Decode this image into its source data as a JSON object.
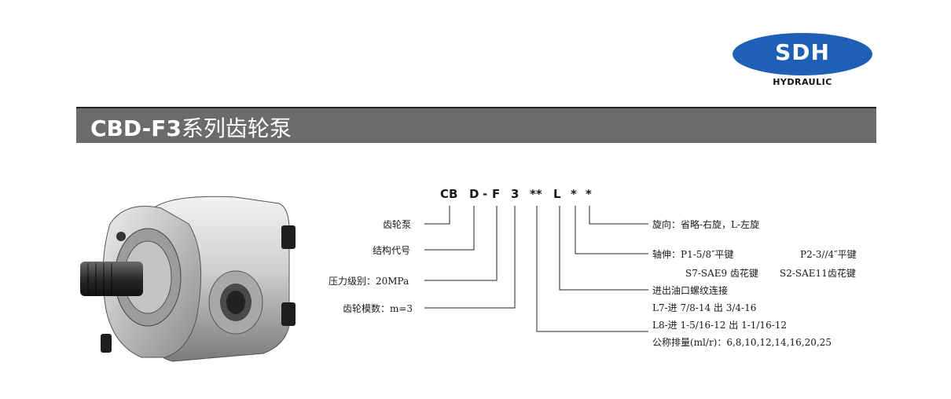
{
  "logo": {
    "brand": "SDH",
    "subtitle": "HYDRAULIC",
    "color": "#1f5fb5"
  },
  "title": {
    "bold": "CBD-F3",
    "rest": "系列齿轮泵"
  },
  "model_code": [
    "CB",
    "D",
    "-",
    "F",
    "3",
    "**",
    "L",
    "*",
    "*"
  ],
  "left_labels": {
    "pump": "齿轮泵",
    "structure": "结构代号",
    "pressure": "压力级别：20MPa",
    "module": "齿轮模数：m=3"
  },
  "right_labels": {
    "rotation": "旋向：省略-右旋，L-左旋",
    "shaft": "轴伸：P1-5/8″平键",
    "shaft_p2": "P2-3//4″平键",
    "shaft_s": "S7-SAE9 齿花键",
    "shaft_s2": "S2-SAE11齿花键",
    "port": "进出油口螺纹连接",
    "l7": "L7-进 7/8-14 出 3/4-16",
    "l8": "L8-进 1-5/16-12 出 1-1/16-12",
    "displacement": "公称排量(ml/r)：6,8,10,12,14,16,20,25"
  },
  "colors": {
    "title_bar": "#6b6b6b",
    "line": "#222222"
  }
}
